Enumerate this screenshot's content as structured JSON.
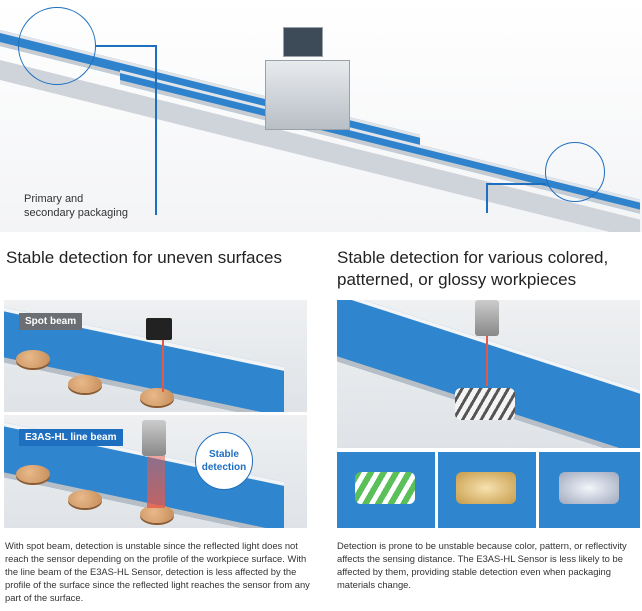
{
  "hero": {
    "caption_line1": "Primary and",
    "caption_line2": "secondary packaging"
  },
  "left": {
    "heading": "Stable detection for uneven surfaces",
    "spot_tag": "Spot beam",
    "line_tag": "E3AS-HL line beam",
    "stable_badge_line1": "Stable",
    "stable_badge_line2": "detection",
    "description": "With spot beam, detection is unstable since the reflected light does not reach the sensor depending on the profile of the workpiece surface. With the line beam of the E3AS-HL Sensor, detection is less affected by the profile of the surface since the reflected light reaches the sensor from any part of the surface."
  },
  "right": {
    "heading_line1": "Stable detection for various colored,",
    "heading_line2": "patterned, or glossy workpieces",
    "description": "Detection is prone to be unstable because color, pattern, or reflectivity affects the sensing distance. The E3AS-HL Sensor is less likely to be affected by them, providing stable detection even when packaging materials change."
  },
  "colors": {
    "accent": "#1e6fbf",
    "belt": "#2f82cc",
    "tag_gray": "#6b6f74"
  }
}
